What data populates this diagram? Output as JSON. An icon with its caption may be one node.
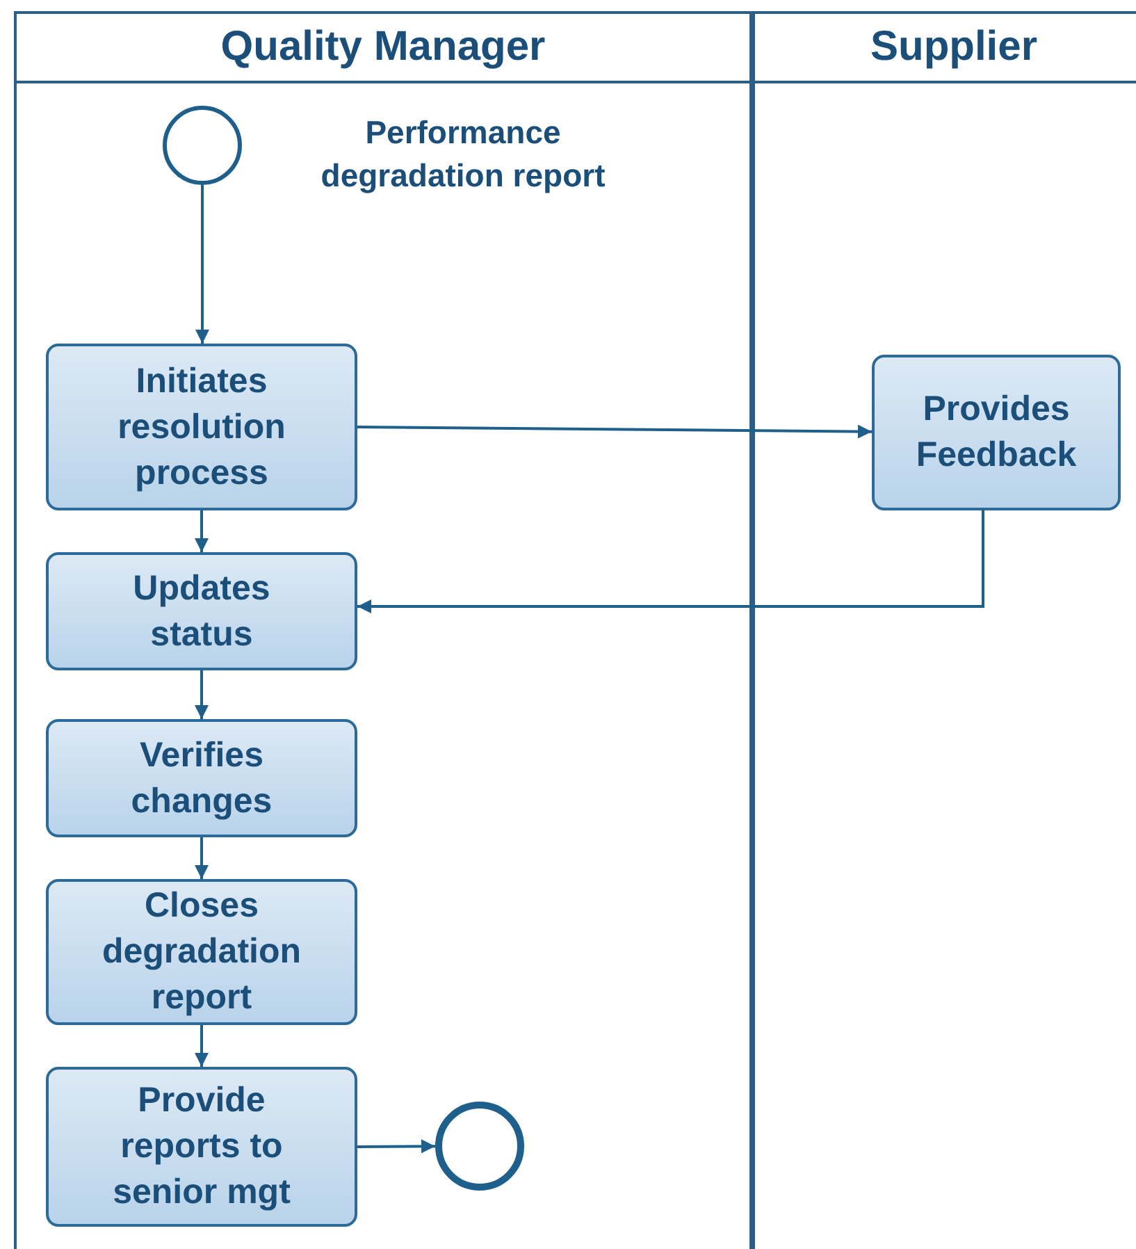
{
  "diagram": {
    "nodes": [
      {
        "text": [
          "Quality Manager"
        ]
      },
      {
        "text": [
          "Supplier"
        ]
      },
      {
        "text": [],
        "shape": "circle",
        "in": 0,
        "beside": [
          "Performance degradation report"
        ]
      },
      {
        "text": [
          "Initiates resolution process"
        ],
        "in": 0
      },
      {
        "text": [
          "Provides Feedback"
        ],
        "in": 1
      },
      {
        "text": [
          "Updates status"
        ],
        "in": 0
      },
      {
        "text": [
          "Verifies changes"
        ],
        "in": 0
      },
      {
        "text": [
          "Closes degradation report"
        ],
        "in": 0
      },
      {
        "text": [
          "Provide reports to senior mgt"
        ],
        "in": 0
      },
      {
        "text": [],
        "shape": "circle",
        "in": 0
      }
    ],
    "edges": [
      {
        "from": 2,
        "to": 3,
        "arrow": "to"
      },
      {
        "from": 3,
        "to": 4,
        "arrow": "to"
      },
      {
        "from": 4,
        "to": 5,
        "arrow": "to"
      },
      {
        "from": 3,
        "to": 5,
        "arrow": "to"
      },
      {
        "from": 5,
        "to": 6,
        "arrow": "to"
      },
      {
        "from": 6,
        "to": 7,
        "arrow": "to"
      },
      {
        "from": 7,
        "to": 8,
        "arrow": "to"
      },
      {
        "from": 8,
        "to": 9,
        "arrow": "to"
      }
    ]
  }
}
